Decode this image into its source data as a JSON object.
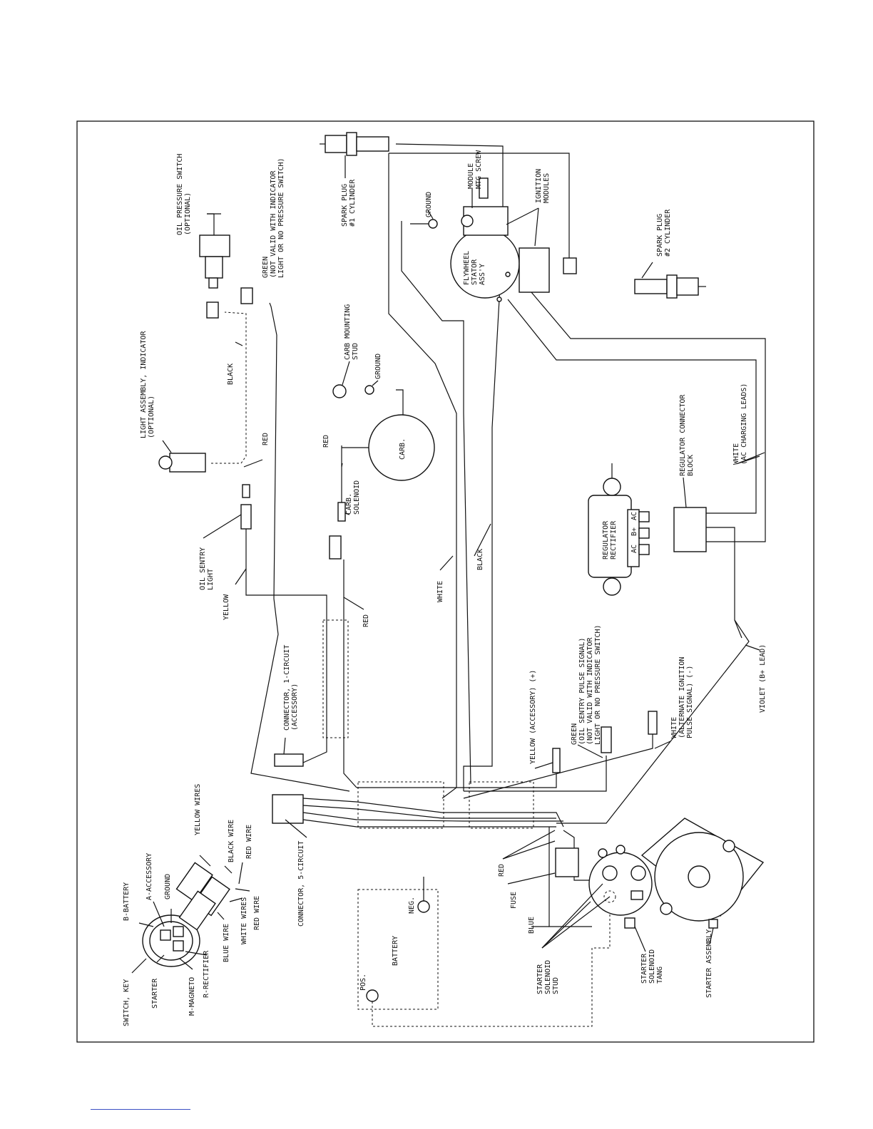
{
  "labels": {
    "oil_pressure_switch": [
      "OIL PRESSURE SWITCH",
      "(OPTIONAL)"
    ],
    "green_lead": [
      "GREEN",
      "(NOT VALID WITH INDICATOR",
      "LIGHT OR NO PRESSURE SWITCH)"
    ],
    "spark_plug_1": [
      "SPARK PLUG",
      "#1 CYLINDER"
    ],
    "ground_top": "GROUND",
    "module_mtg_screw": [
      "MODULE",
      "MTG SCREW"
    ],
    "ignition_modules": [
      "IGNITION",
      "MODULES"
    ],
    "spark_plug_2": [
      "SPARK PLUG",
      "#2 CYLINDER"
    ],
    "flywheel_stator": [
      "FLYWHEEL",
      "STATOR",
      "ASS'Y"
    ],
    "light_assembly": [
      "LIGHT ASSEMBLY, INDICATOR",
      "(OPTIONAL)"
    ],
    "black_top": "BLACK",
    "red_light": "RED",
    "carb_mounting_stud": [
      "CARB MOUNTING",
      "STUD"
    ],
    "ground_carb": "GROUND",
    "carb": "CARB.",
    "red_carb": "RED",
    "carb_solenoid": [
      "CARB.",
      "SOLENOID"
    ],
    "oil_sentry_light": [
      "OIL SENTRY",
      "LIGHT"
    ],
    "yellow_left": "YELLOW",
    "white_mid": "WHITE",
    "black_mid": "BLACK",
    "red_mid": "RED",
    "regulator_connector": [
      "REGULATOR CONNECTOR",
      "BLOCK"
    ],
    "white_ac": [
      "WHITE",
      "(AC CHARGING LEADS)"
    ],
    "regulator_rectifier": [
      "REGULATOR",
      "RECTIFIER"
    ],
    "reg_ac1": "AC",
    "reg_bplus": "B+",
    "reg_ac2": "AC",
    "connector_1": [
      "CONNECTOR, 1-CIRCUIT",
      "(ACCESSORY)"
    ],
    "green_oil_sentry": [
      "GREEN",
      "(OIL SENTRY PULSE SIGNAL)",
      "(NOT VALID WITH INDICATOR",
      "LIGHT OR NO PRESSURE SWITCH)"
    ],
    "yellow_accessory": "YELLOW (ACCESSORY) (+)",
    "white_alternate": [
      "WHITE",
      "(ALTERNATE IGNITION",
      "PULSE SIGNAL) (-)"
    ],
    "violet_lead": "VIOLET (B+ LEAD)",
    "yellow_wires": "YELLOW WIRES",
    "black_wire": "BLACK WIRE",
    "red_wire_1": "RED WIRE",
    "red_wire_2": "RED WIRE",
    "white_wires": "WHITE WIRES",
    "blue_wire": "BLUE WIRE",
    "r_rectifier": "R-RECTIFIER",
    "m_magneto": "M-MAGNETO",
    "starter": "STARTER",
    "switch_key": "SWITCH, KEY",
    "b_battery": "B-BATTERY",
    "a_accessory": "A-ACCESSORY",
    "ground_switch": "GROUND",
    "connector_5": "CONNECTOR, 5-CIRCUIT",
    "battery": "BATTERY",
    "neg": "NEG.",
    "pos": "POS.",
    "red_fuse": "RED",
    "fuse": "FUSE",
    "blue": "BLUE",
    "starter_solenoid_stud": [
      "STARTER",
      "SOLENOID",
      "STUD"
    ],
    "starter_solenoid_tang": [
      "STARTER",
      "SOLENOID",
      "TANG"
    ],
    "starter_assembly": "STARTER ASSEMBLY"
  }
}
